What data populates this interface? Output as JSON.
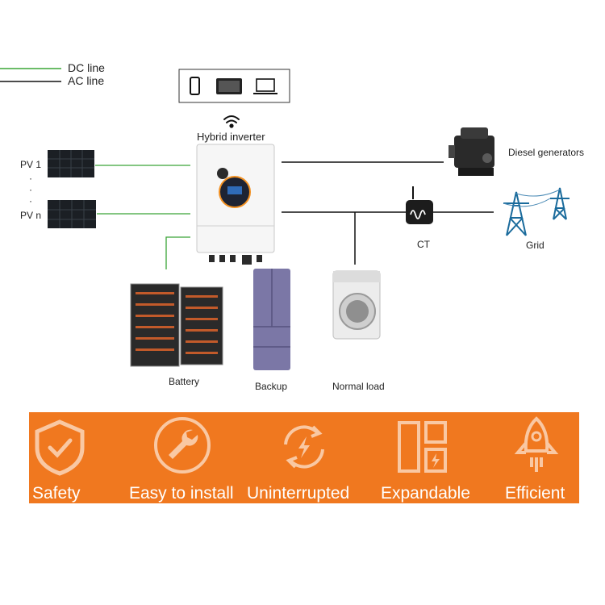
{
  "legend": {
    "dc": "DC line",
    "ac": "AC line",
    "dc_color": "#3aa537",
    "ac_color": "#111111"
  },
  "devices": {
    "inverter": "Hybrid inverter",
    "diesel": "Diesel generators",
    "ct": "CT",
    "grid": "Grid",
    "pv1": "PV 1",
    "pvn": "PV n",
    "battery": "Battery",
    "backup": "Backup",
    "normal_load": "Normal load"
  },
  "features": [
    {
      "label": "Safety",
      "icon": "shield-check-icon"
    },
    {
      "label": "Easy to install",
      "icon": "wrench-icon"
    },
    {
      "label": "Uninterrupted",
      "icon": "refresh-bolt-icon"
    },
    {
      "label": "Expandable",
      "icon": "modules-icon"
    },
    {
      "label": "Efficient",
      "icon": "rocket-icon"
    }
  ],
  "colors": {
    "band": "#f0781f",
    "icon": "#f9c8a3"
  }
}
